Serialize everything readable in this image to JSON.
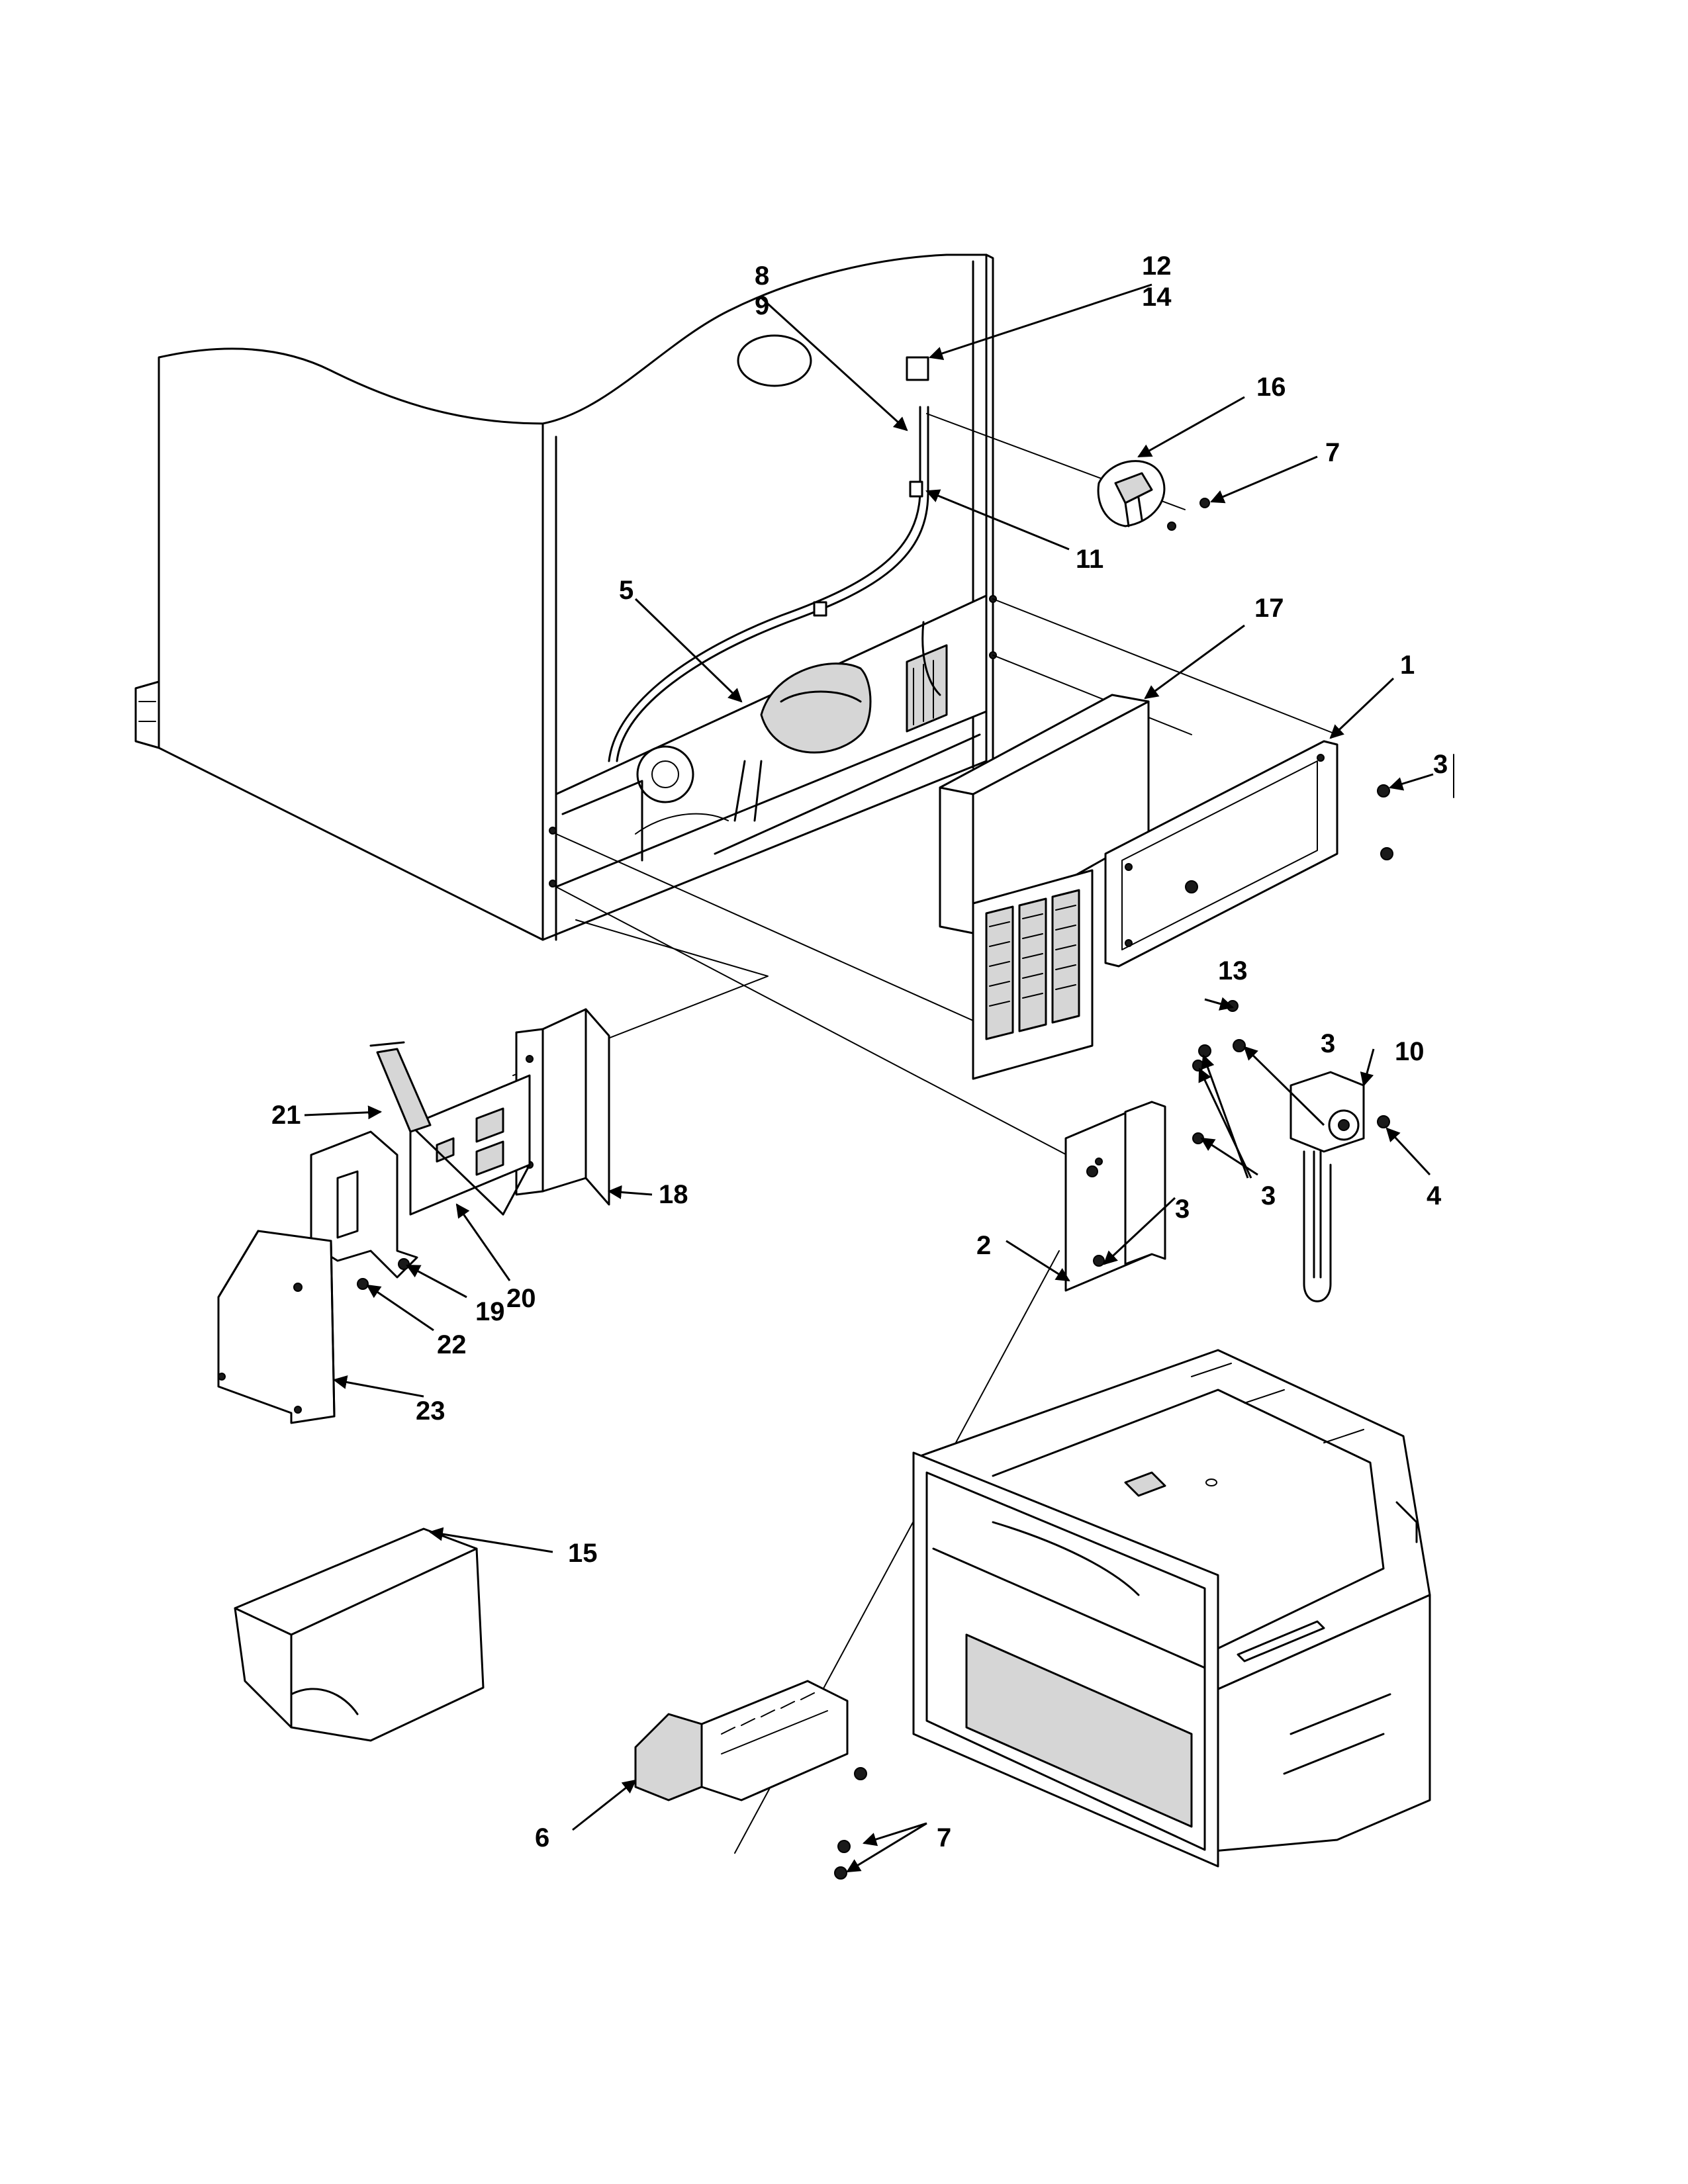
{
  "callouts": {
    "c1": "1",
    "c2": "2",
    "c3a": "3",
    "c3b": "3",
    "c3c": "3",
    "c3d": "3",
    "c4": "4",
    "c5": "5",
    "c6": "6",
    "c7a": "7",
    "c7b": "7",
    "c8": "8",
    "c9": "9",
    "c10": "10",
    "c11": "11",
    "c12": "12",
    "c13": "13",
    "c14": "14",
    "c15": "15",
    "c16": "16",
    "c17": "17",
    "c18": "18",
    "c19": "19",
    "c20": "20",
    "c21": "21",
    "c22": "22",
    "c23": "23"
  },
  "colors": {
    "ink": "#000000",
    "paper": "#ffffff",
    "shade": "#d6d6d6"
  }
}
